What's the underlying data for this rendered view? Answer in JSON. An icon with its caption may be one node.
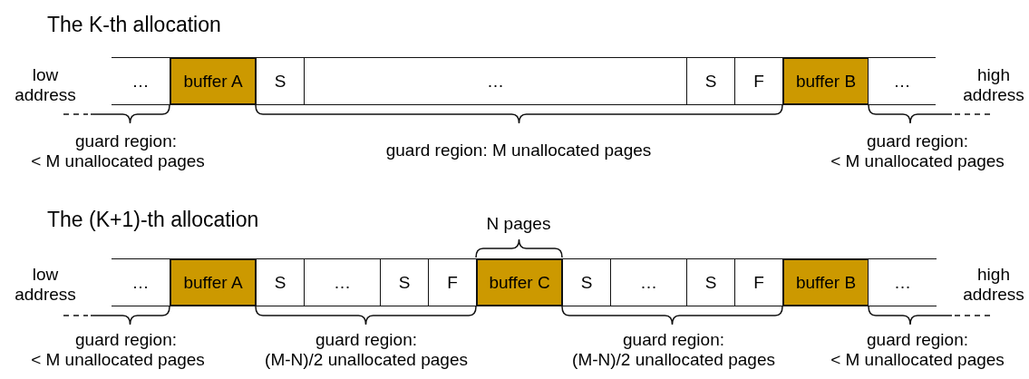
{
  "diagram": {
    "nodes": [
      {
        "text": [
          "…"
        ]
      },
      {
        "text": [
          "buffer A"
        ]
      },
      {
        "text": [
          "S"
        ]
      },
      {
        "text": [
          "…"
        ]
      },
      {
        "text": [
          "S"
        ]
      },
      {
        "text": [
          "F"
        ]
      },
      {
        "text": [
          "buffer B"
        ]
      },
      {
        "text": [
          "…"
        ]
      },
      {
        "text": [
          "…"
        ]
      },
      {
        "text": [
          "buffer A"
        ]
      },
      {
        "text": [
          "S"
        ]
      },
      {
        "text": [
          "…"
        ]
      },
      {
        "text": [
          "S"
        ]
      },
      {
        "text": [
          "F"
        ]
      },
      {
        "text": [
          "buffer C"
        ]
      },
      {
        "text": [
          "S"
        ]
      },
      {
        "text": [
          "…"
        ]
      },
      {
        "text": [
          "S"
        ]
      },
      {
        "text": [
          "F"
        ]
      },
      {
        "text": [
          "buffer B"
        ]
      },
      {
        "text": [
          "…"
        ]
      }
    ],
    "labels": [
      "The K-th allocation",
      "low address",
      "high address",
      "guard region:",
      "< M unallocated pages",
      "guard region: M unallocated pages",
      "guard region:",
      "< M unallocated pages",
      "The (K+1)-th allocation",
      "N pages",
      "low address",
      "high address",
      "guard region:",
      "< M unallocated pages",
      "guard region:",
      "(M-N)/2 unallocated pages",
      "guard region:",
      "(M-N)/2 unallocated pages",
      "guard region:",
      "< M unallocated pages"
    ]
  }
}
